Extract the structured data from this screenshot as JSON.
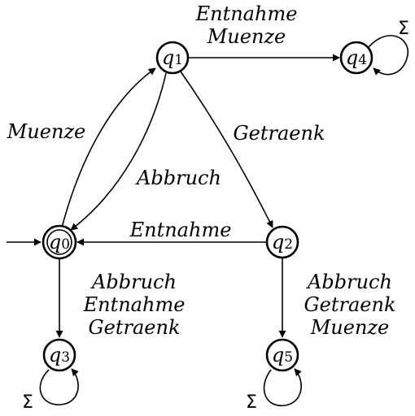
{
  "states": [
    {
      "id": "q0",
      "letter": "q",
      "index": "0",
      "accepting": true,
      "initial": true
    },
    {
      "id": "q1",
      "letter": "q",
      "index": "1",
      "accepting": false
    },
    {
      "id": "q2",
      "letter": "q",
      "index": "2",
      "accepting": false
    },
    {
      "id": "q3",
      "letter": "q",
      "index": "3",
      "accepting": false
    },
    {
      "id": "q4",
      "letter": "q",
      "index": "4",
      "accepting": false
    },
    {
      "id": "q5",
      "letter": "q",
      "index": "5",
      "accepting": false
    }
  ],
  "transitions": [
    {
      "from": "q0",
      "to": "q1",
      "symbols": [
        "Muenze"
      ]
    },
    {
      "from": "q1",
      "to": "q0",
      "symbols": [
        "Abbruch"
      ]
    },
    {
      "from": "q1",
      "to": "q4",
      "symbols": [
        "Entnahme",
        "Muenze"
      ]
    },
    {
      "from": "q1",
      "to": "q2",
      "symbols": [
        "Getraenk"
      ]
    },
    {
      "from": "q2",
      "to": "q0",
      "symbols": [
        "Entnahme"
      ]
    },
    {
      "from": "q0",
      "to": "q3",
      "symbols": [
        "Abbruch",
        "Entnahme",
        "Getraenk"
      ]
    },
    {
      "from": "q2",
      "to": "q5",
      "symbols": [
        "Abbruch",
        "Getraenk",
        "Muenze"
      ]
    },
    {
      "from": "q4",
      "to": "q4",
      "symbols": [
        "Σ"
      ]
    },
    {
      "from": "q3",
      "to": "q3",
      "symbols": [
        "Σ"
      ]
    },
    {
      "from": "q5",
      "to": "q5",
      "symbols": [
        "Σ"
      ]
    }
  ],
  "colors": {
    "stroke": "#000000",
    "fill": "#ffffff"
  }
}
